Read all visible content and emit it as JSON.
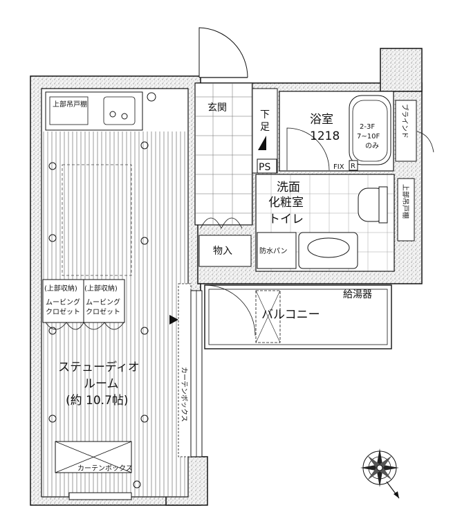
{
  "rooms": {
    "studio_line1": "ステューディオ",
    "studio_line2": "ルーム",
    "studio_area": "(約 10.7帖)",
    "entrance": "玄関",
    "shoe_box": "下足",
    "ps": "PS",
    "bathroom": "浴室",
    "bath_size": "1218",
    "washroom_line1": "洗面",
    "washroom_line2": "化粧室",
    "toilet": "トイレ",
    "storage": "物入",
    "waterproof_pan": "防水パン",
    "balcony": "バルコニー",
    "water_heater": "給湯器",
    "blind": "ブラインド",
    "fix": "FIX",
    "r": "R",
    "upper_storage_toilet": "上部吊戸棚",
    "upper_storage_kitchen": "上部吊戸棚",
    "closet_upper_1": "(上部収納)",
    "closet_upper_2": "(上部収納)",
    "closet_name_1a": "ムービング",
    "closet_name_1b": "クロゼット",
    "closet_name_2a": "ムービング",
    "closet_name_2b": "クロゼット",
    "curtain_box_right": "カーテンボックス",
    "curtain_box_bottom": "カーテンボックス",
    "heater_spec_1": "2-3F",
    "heater_spec_2": "7~10F",
    "heater_spec_3": "のみ"
  },
  "colors": {
    "wall": "#1a1a1a",
    "stipple": "#9a9a9a",
    "line": "#222222"
  },
  "compass_icon": "north-arrow-icon"
}
